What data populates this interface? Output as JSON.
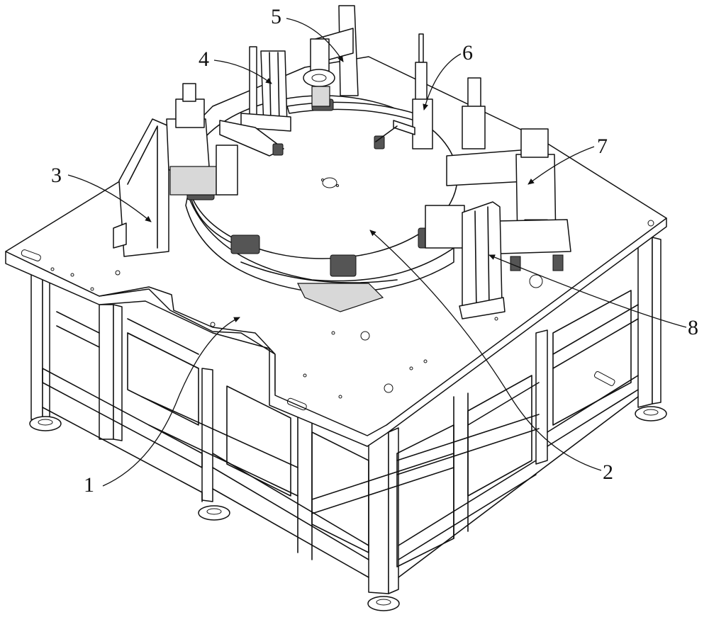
{
  "figure": {
    "callouts": [
      {
        "id": "c1",
        "text": "1"
      },
      {
        "id": "c2",
        "text": "2"
      },
      {
        "id": "c3",
        "text": "3"
      },
      {
        "id": "c4",
        "text": "4"
      },
      {
        "id": "c5",
        "text": "5"
      },
      {
        "id": "c6",
        "text": "6"
      },
      {
        "id": "c7",
        "text": "7"
      },
      {
        "id": "c8",
        "text": "8"
      }
    ]
  }
}
